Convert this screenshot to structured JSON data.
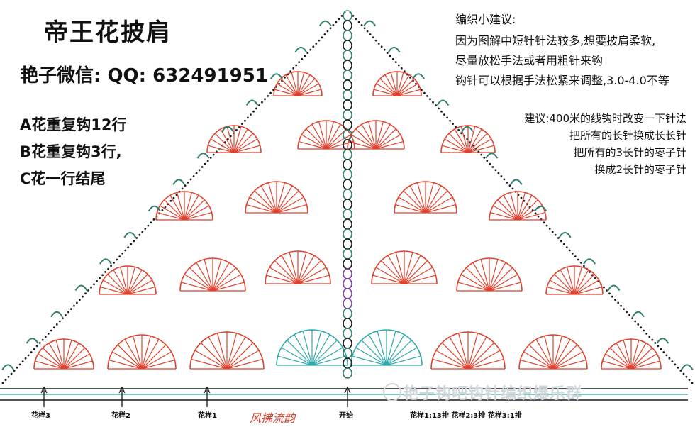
{
  "title": "帝王花披肩",
  "contact": "艳子微信: QQ: 632491951",
  "patterns": [
    "A花重复钩12行",
    "B花重复钩3行,",
    "C花一行结尾"
  ],
  "tips": {
    "heading": "编织小建议:",
    "lines": [
      "因为图解中短针针法较多,想要披肩柔软,",
      "尽量放松手法或者用粗针来钩",
      "钩针可以根据手法松紧来调整,3.0-4.0不等"
    ]
  },
  "advice": {
    "lines": [
      "建议:400米的线钩时改变一下针法",
      "把所有的长针换成长长针",
      "把所有的3长针的枣子针",
      "换成2长针的枣子针"
    ]
  },
  "bottom_labels": {
    "left3": "花样3",
    "left2": "花样2",
    "left1": "花样1",
    "start": "开始",
    "legend": "花样1:13排    花样2:3排    花样3:1排"
  },
  "signature": "风拂流韵",
  "watermark": "艳子钩吧钩针编织爆乐群",
  "colors": {
    "red": "#e0412c",
    "teal": "#2fa8a8",
    "green": "#2e7d6e",
    "black": "#1a1a1a",
    "purple": "#7b3fa0"
  }
}
